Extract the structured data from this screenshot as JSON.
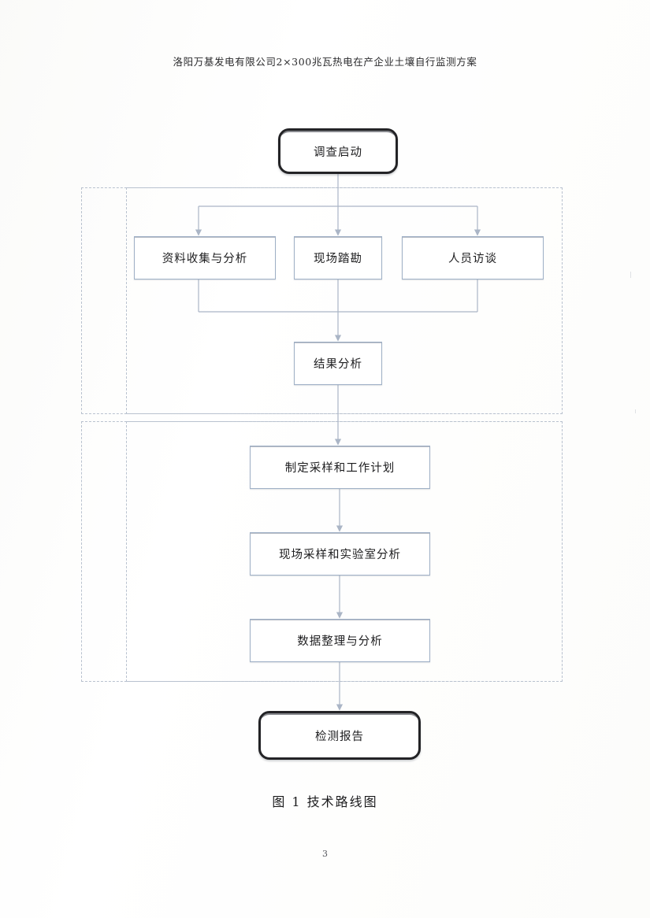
{
  "page": {
    "header_text": "洛阳万基发电有限公司2×300兆瓦热电在产企业土壤自行监测方案",
    "figure_caption": "图 1  技术路线图",
    "page_number": "3"
  },
  "flowchart": {
    "title": "技术路线图",
    "nodes": {
      "start": {
        "label": "调查启动",
        "shape": "rounded-terminator"
      },
      "data_collection": {
        "label": "资料收集与分析",
        "shape": "rectangle"
      },
      "site_survey": {
        "label": "现场踏勘",
        "shape": "rectangle"
      },
      "personnel_interview": {
        "label": "人员访谈",
        "shape": "rectangle"
      },
      "result_analysis": {
        "label": "结果分析",
        "shape": "rectangle"
      },
      "sampling_plan": {
        "label": "制定采样和工作计划",
        "shape": "rectangle"
      },
      "field_sampling": {
        "label": "现场采样和实验室分析",
        "shape": "rectangle"
      },
      "data_processing": {
        "label": "数据整理与分析",
        "shape": "rectangle"
      },
      "report": {
        "label": "检测报告",
        "shape": "rounded-terminator"
      }
    },
    "groups": [
      {
        "name": "phase-one-investigation",
        "style": "dashed"
      },
      {
        "name": "phase-two-sampling",
        "style": "dashed"
      }
    ],
    "colors": {
      "node_border": "#9fb0c6",
      "terminator_border": "#232326",
      "group_border": "#b9c2cf",
      "connector": "#aab5c6",
      "text": "#1d1d1f"
    }
  }
}
